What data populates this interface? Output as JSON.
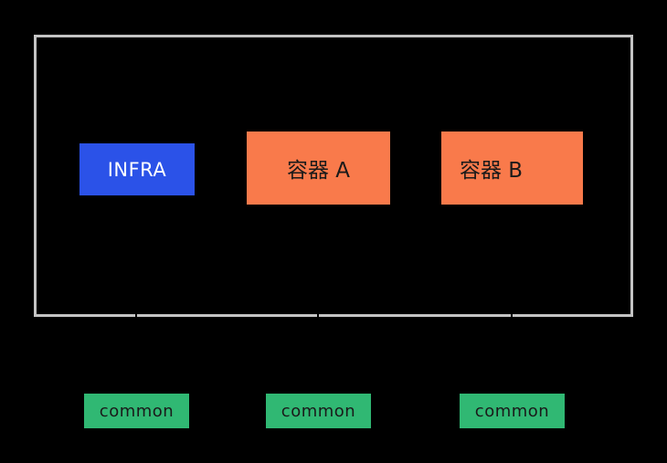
{
  "diagram": {
    "background_color": "#000000",
    "pod": {
      "border_color": "#c4c4c4"
    },
    "nodes": {
      "infra": {
        "label": "INFRA",
        "fill": "#2B52E8",
        "text_color": "#FFFFFF"
      },
      "container_a": {
        "label": "容器 A",
        "fill": "#F97A4B",
        "text_color": "#1A1A1A"
      },
      "container_b": {
        "label": "容器 B",
        "fill": "#F97A4B",
        "text_color": "#1A1A1A"
      },
      "common_left": {
        "label": "common",
        "fill": "#30B873",
        "text_color": "#1A1A1A"
      },
      "common_middle": {
        "label": "common",
        "fill": "#30B873",
        "text_color": "#1A1A1A"
      },
      "common_right": {
        "label": "common",
        "fill": "#30B873",
        "text_color": "#1A1A1A"
      }
    },
    "connectors": {
      "color": "#000000",
      "count": 3
    }
  }
}
